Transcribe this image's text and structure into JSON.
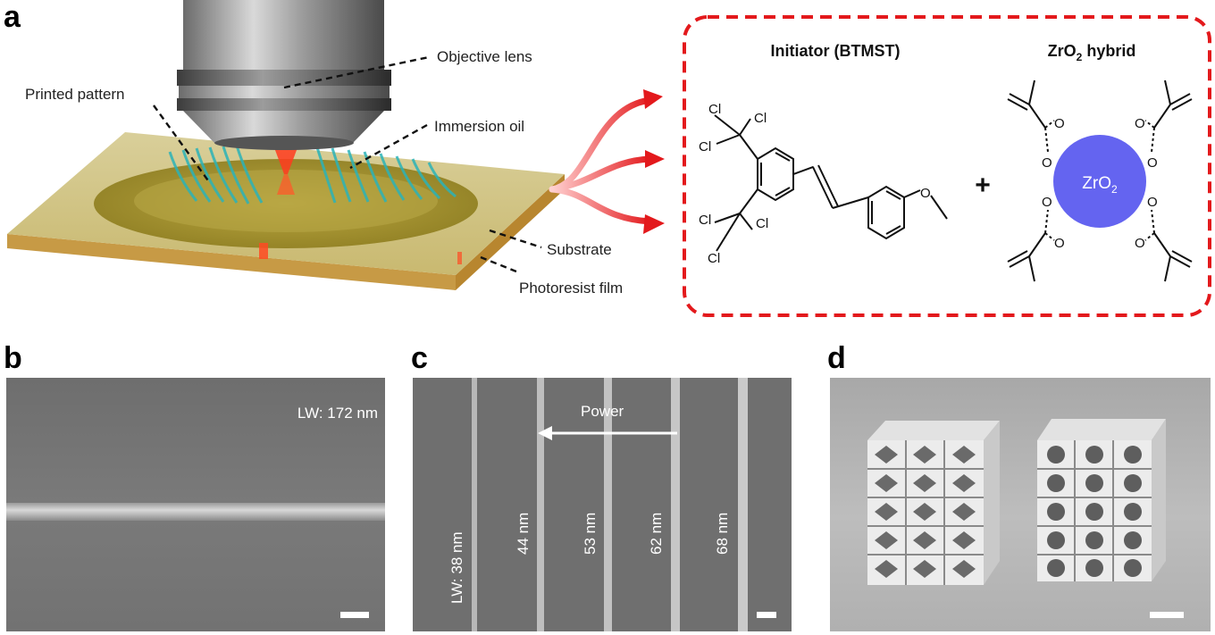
{
  "panels": {
    "a": "a",
    "b": "b",
    "c": "c",
    "d": "d"
  },
  "panel_a": {
    "labels": {
      "objective_lens": "Objective lens",
      "printed_pattern": "Printed pattern",
      "immersion_oil": "Immersion oil",
      "substrate": "Substrate",
      "photoresist_film": "Photoresist film"
    },
    "chemistry": {
      "initiator_title": "Initiator (BTMST)",
      "hybrid_title_main": "ZrO",
      "hybrid_title_sub": "2",
      "hybrid_title_tail": " hybrid",
      "plus": "+",
      "zro2_main": "ZrO",
      "zro2_sub": "2",
      "cl": "Cl",
      "o": "O",
      "box_color": "#e3191c",
      "sphere_color": "#6464f0"
    }
  },
  "panel_b": {
    "lw_label": "LW: 172 nm"
  },
  "panel_c": {
    "power_label": "Power",
    "line_labels": [
      "LW: 38 nm",
      "44 nm",
      "53 nm",
      "62 nm",
      "68 nm"
    ]
  },
  "panel_d": {}
}
